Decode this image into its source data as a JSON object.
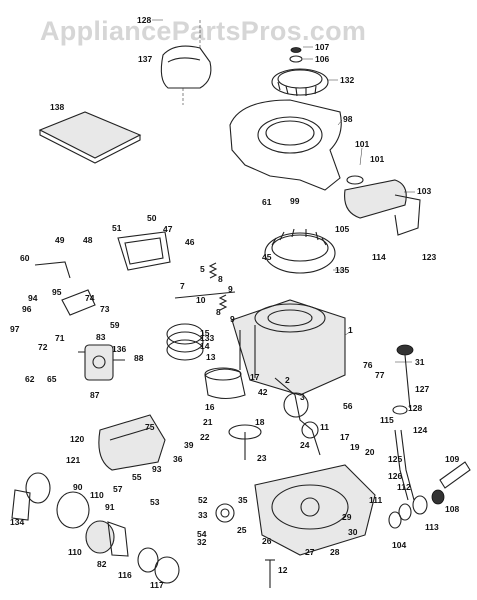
{
  "watermark": "AppliancePartsPros.com",
  "callouts": [
    {
      "id": "128",
      "text": "128"
    },
    {
      "id": "137",
      "text": "137"
    },
    {
      "id": "107",
      "text": "107"
    },
    {
      "id": "106",
      "text": "106"
    },
    {
      "id": "132",
      "text": "132"
    },
    {
      "id": "138",
      "text": "138"
    },
    {
      "id": "98",
      "text": "98"
    },
    {
      "id": "101a",
      "text": "101"
    },
    {
      "id": "101b",
      "text": "101"
    },
    {
      "id": "103",
      "text": "103"
    },
    {
      "id": "61",
      "text": "61"
    },
    {
      "id": "99",
      "text": "99"
    },
    {
      "id": "105",
      "text": "105"
    },
    {
      "id": "114",
      "text": "114"
    },
    {
      "id": "123",
      "text": "123"
    },
    {
      "id": "50",
      "text": "50"
    },
    {
      "id": "51",
      "text": "51"
    },
    {
      "id": "47",
      "text": "47"
    },
    {
      "id": "49",
      "text": "49"
    },
    {
      "id": "48",
      "text": "48"
    },
    {
      "id": "46",
      "text": "46"
    },
    {
      "id": "45",
      "text": "45"
    },
    {
      "id": "135",
      "text": "135"
    },
    {
      "id": "60",
      "text": "60"
    },
    {
      "id": "95",
      "text": "95"
    },
    {
      "id": "74",
      "text": "74"
    },
    {
      "id": "73",
      "text": "73"
    },
    {
      "id": "94",
      "text": "94"
    },
    {
      "id": "96",
      "text": "96"
    },
    {
      "id": "97",
      "text": "97"
    },
    {
      "id": "5",
      "text": "5"
    },
    {
      "id": "8a",
      "text": "8"
    },
    {
      "id": "9a",
      "text": "9"
    },
    {
      "id": "7",
      "text": "7"
    },
    {
      "id": "10",
      "text": "10"
    },
    {
      "id": "8b",
      "text": "8"
    },
    {
      "id": "9b",
      "text": "9"
    },
    {
      "id": "59",
      "text": "59"
    },
    {
      "id": "72",
      "text": "72"
    },
    {
      "id": "71",
      "text": "71"
    },
    {
      "id": "83",
      "text": "83"
    },
    {
      "id": "136",
      "text": "136"
    },
    {
      "id": "88",
      "text": "88"
    },
    {
      "id": "15",
      "text": "15"
    },
    {
      "id": "14",
      "text": "14"
    },
    {
      "id": "133",
      "text": "133"
    },
    {
      "id": "13",
      "text": "13"
    },
    {
      "id": "1",
      "text": "1"
    },
    {
      "id": "62",
      "text": "62"
    },
    {
      "id": "65",
      "text": "65"
    },
    {
      "id": "87",
      "text": "87"
    },
    {
      "id": "31",
      "text": "31"
    },
    {
      "id": "76",
      "text": "76"
    },
    {
      "id": "77",
      "text": "77"
    },
    {
      "id": "127",
      "text": "127"
    },
    {
      "id": "2",
      "text": "2"
    },
    {
      "id": "42",
      "text": "42"
    },
    {
      "id": "16",
      "text": "16"
    },
    {
      "id": "17a",
      "text": "17"
    },
    {
      "id": "3",
      "text": "3"
    },
    {
      "id": "56",
      "text": "56"
    },
    {
      "id": "115",
      "text": "115"
    },
    {
      "id": "128b",
      "text": "128"
    },
    {
      "id": "124",
      "text": "124"
    },
    {
      "id": "21",
      "text": "21"
    },
    {
      "id": "18",
      "text": "18"
    },
    {
      "id": "11",
      "text": "11"
    },
    {
      "id": "120",
      "text": "120"
    },
    {
      "id": "75",
      "text": "75"
    },
    {
      "id": "39",
      "text": "39"
    },
    {
      "id": "22",
      "text": "22"
    },
    {
      "id": "24",
      "text": "24"
    },
    {
      "id": "17b",
      "text": "17"
    },
    {
      "id": "19",
      "text": "19"
    },
    {
      "id": "20",
      "text": "20"
    },
    {
      "id": "121",
      "text": "121"
    },
    {
      "id": "93",
      "text": "93"
    },
    {
      "id": "36",
      "text": "36"
    },
    {
      "id": "23",
      "text": "23"
    },
    {
      "id": "125",
      "text": "125"
    },
    {
      "id": "109",
      "text": "109"
    },
    {
      "id": "55",
      "text": "55"
    },
    {
      "id": "126",
      "text": "126"
    },
    {
      "id": "57",
      "text": "57"
    },
    {
      "id": "53",
      "text": "53"
    },
    {
      "id": "52",
      "text": "52"
    },
    {
      "id": "35",
      "text": "35"
    },
    {
      "id": "112",
      "text": "112"
    },
    {
      "id": "90",
      "text": "90"
    },
    {
      "id": "110a",
      "text": "110"
    },
    {
      "id": "91",
      "text": "91"
    },
    {
      "id": "111",
      "text": "111"
    },
    {
      "id": "108",
      "text": "108"
    },
    {
      "id": "113",
      "text": "113"
    },
    {
      "id": "134",
      "text": "134"
    },
    {
      "id": "33",
      "text": "33"
    },
    {
      "id": "54",
      "text": "54"
    },
    {
      "id": "25",
      "text": "25"
    },
    {
      "id": "29",
      "text": "29"
    },
    {
      "id": "30",
      "text": "30"
    },
    {
      "id": "104",
      "text": "104"
    },
    {
      "id": "110b",
      "text": "110"
    },
    {
      "id": "82",
      "text": "82"
    },
    {
      "id": "32",
      "text": "32"
    },
    {
      "id": "26",
      "text": "26"
    },
    {
      "id": "27",
      "text": "27"
    },
    {
      "id": "28",
      "text": "28"
    },
    {
      "id": "116",
      "text": "116"
    },
    {
      "id": "117",
      "text": "117"
    },
    {
      "id": "12",
      "text": "12"
    }
  ]
}
